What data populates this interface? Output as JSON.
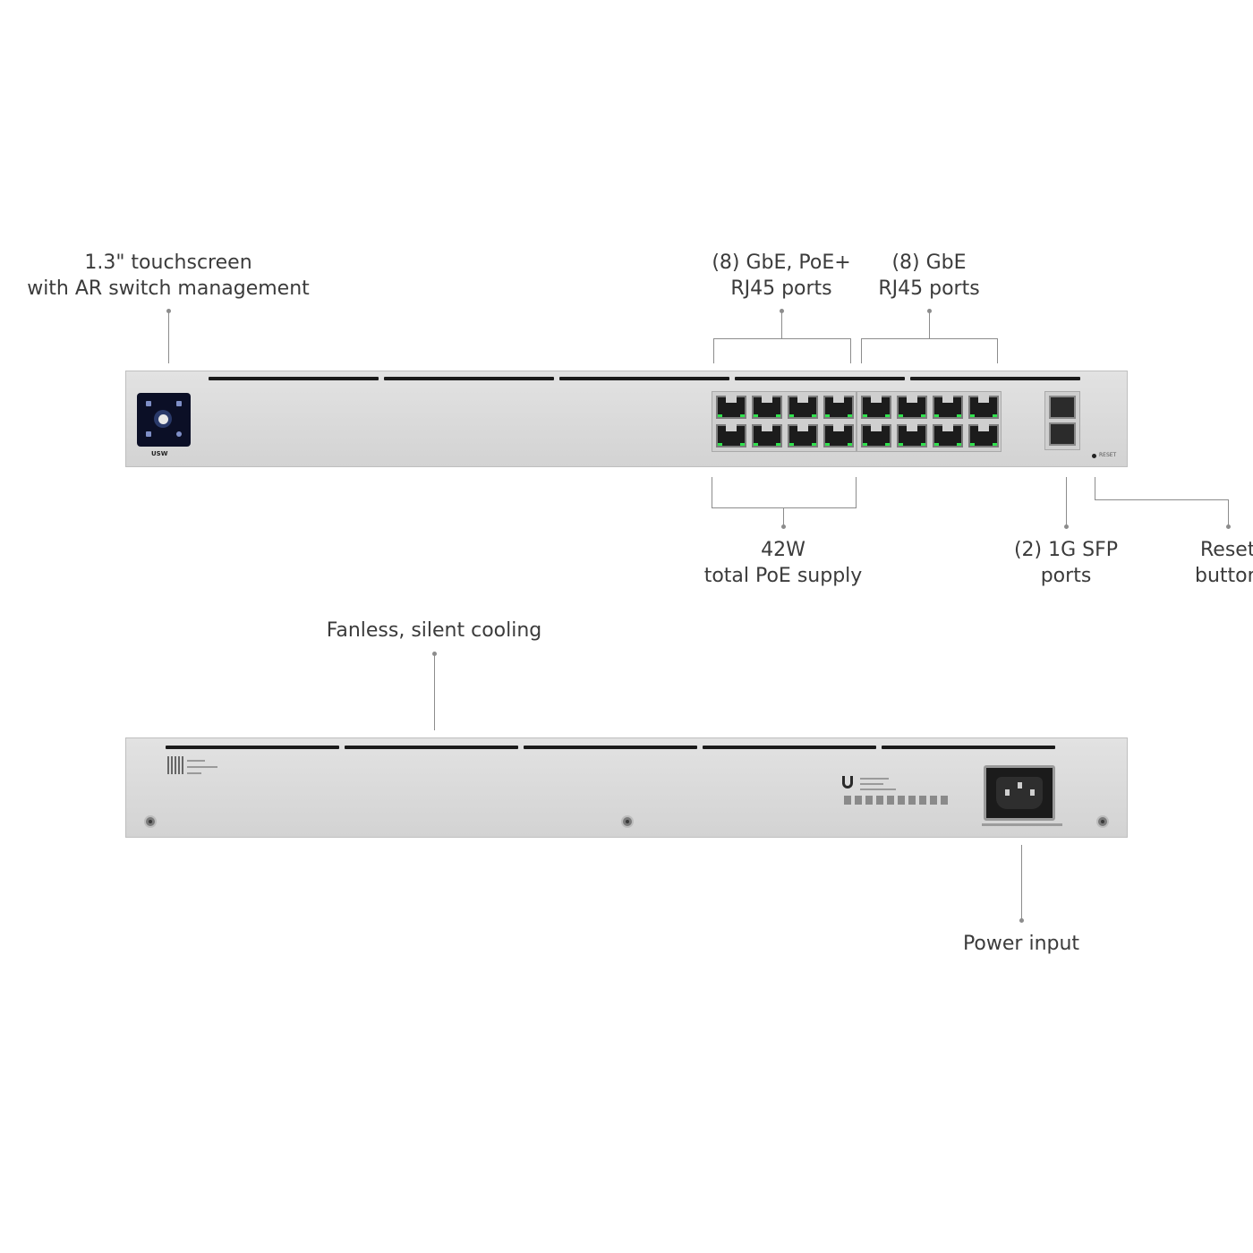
{
  "labels": {
    "touchscreen": [
      "1.3\" touchscreen",
      "with AR switch management"
    ],
    "poe_ports": [
      "(8) GbE, PoE+",
      "RJ45 ports"
    ],
    "gbe_ports": [
      "(8) GbE",
      "RJ45 ports"
    ],
    "poe_supply": [
      "42W",
      "total PoE supply"
    ],
    "sfp_ports": [
      "(2) 1G SFP",
      "ports"
    ],
    "reset": [
      "Reset",
      "button"
    ],
    "cooling": [
      "Fanless, silent cooling"
    ],
    "power": [
      "Power input"
    ]
  },
  "device_panel_labels": {
    "model_mark": "USW",
    "reset_text": "RESET"
  },
  "colors": {
    "port_led": "#2fe24d",
    "chassis": "#d9d9d9",
    "callout_line": "#8c8c8c"
  },
  "icons": [
    "touchscreen-icon",
    "rj45-port-icon",
    "sfp-port-icon",
    "screw-icon",
    "power-socket-icon",
    "ubiquiti-logo-icon"
  ]
}
